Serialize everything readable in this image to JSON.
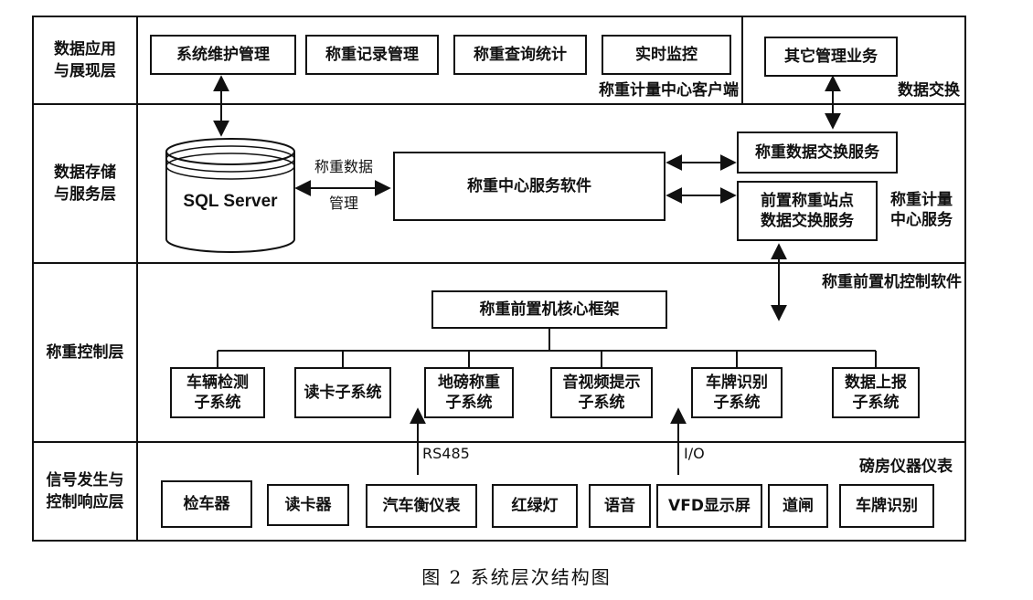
{
  "layers": [
    {
      "label": "数据应用\n与展现层"
    },
    {
      "label": "数据存储\n与服务层"
    },
    {
      "label": "称重控制层"
    },
    {
      "label": "信号发生与\n控制响应层"
    }
  ],
  "app_layer": {
    "client_boxes": [
      "系统维护管理",
      "称重记录管理",
      "称重查询统计",
      "实时监控"
    ],
    "client_label": "称重计量中心客户端",
    "other_box": "其它管理业务",
    "exchange_label": "数据交换"
  },
  "storage_layer": {
    "database": "SQL Server",
    "db_link_label_1": "称重数据",
    "db_link_label_2": "管理",
    "center_software": "称重中心服务软件",
    "exchange_service": "称重数据交换服务",
    "front_exchange_service": "前置称重站点\n数据交换服务",
    "center_service_label": "称重计量\n中心服务"
  },
  "control_layer": {
    "software_label": "称重前置机控制软件",
    "core_framework": "称重前置机核心框架",
    "subsystems": [
      "车辆检测\n子系统",
      "读卡子系统",
      "地磅称重\n子系统",
      "音视频提示\n子系统",
      "车牌识别\n子系统",
      "数据上报\n子系统"
    ]
  },
  "signal_layer": {
    "link_rs485": "RS485",
    "link_io": "I/O",
    "room_label": "磅房仪器仪表",
    "devices": [
      "检车器",
      "读卡器",
      "汽车衡仪表",
      "红绿灯",
      "语音",
      "VFD显示屏",
      "道闸",
      "车牌识别"
    ]
  },
  "caption": "图 2   系统层次结构图"
}
